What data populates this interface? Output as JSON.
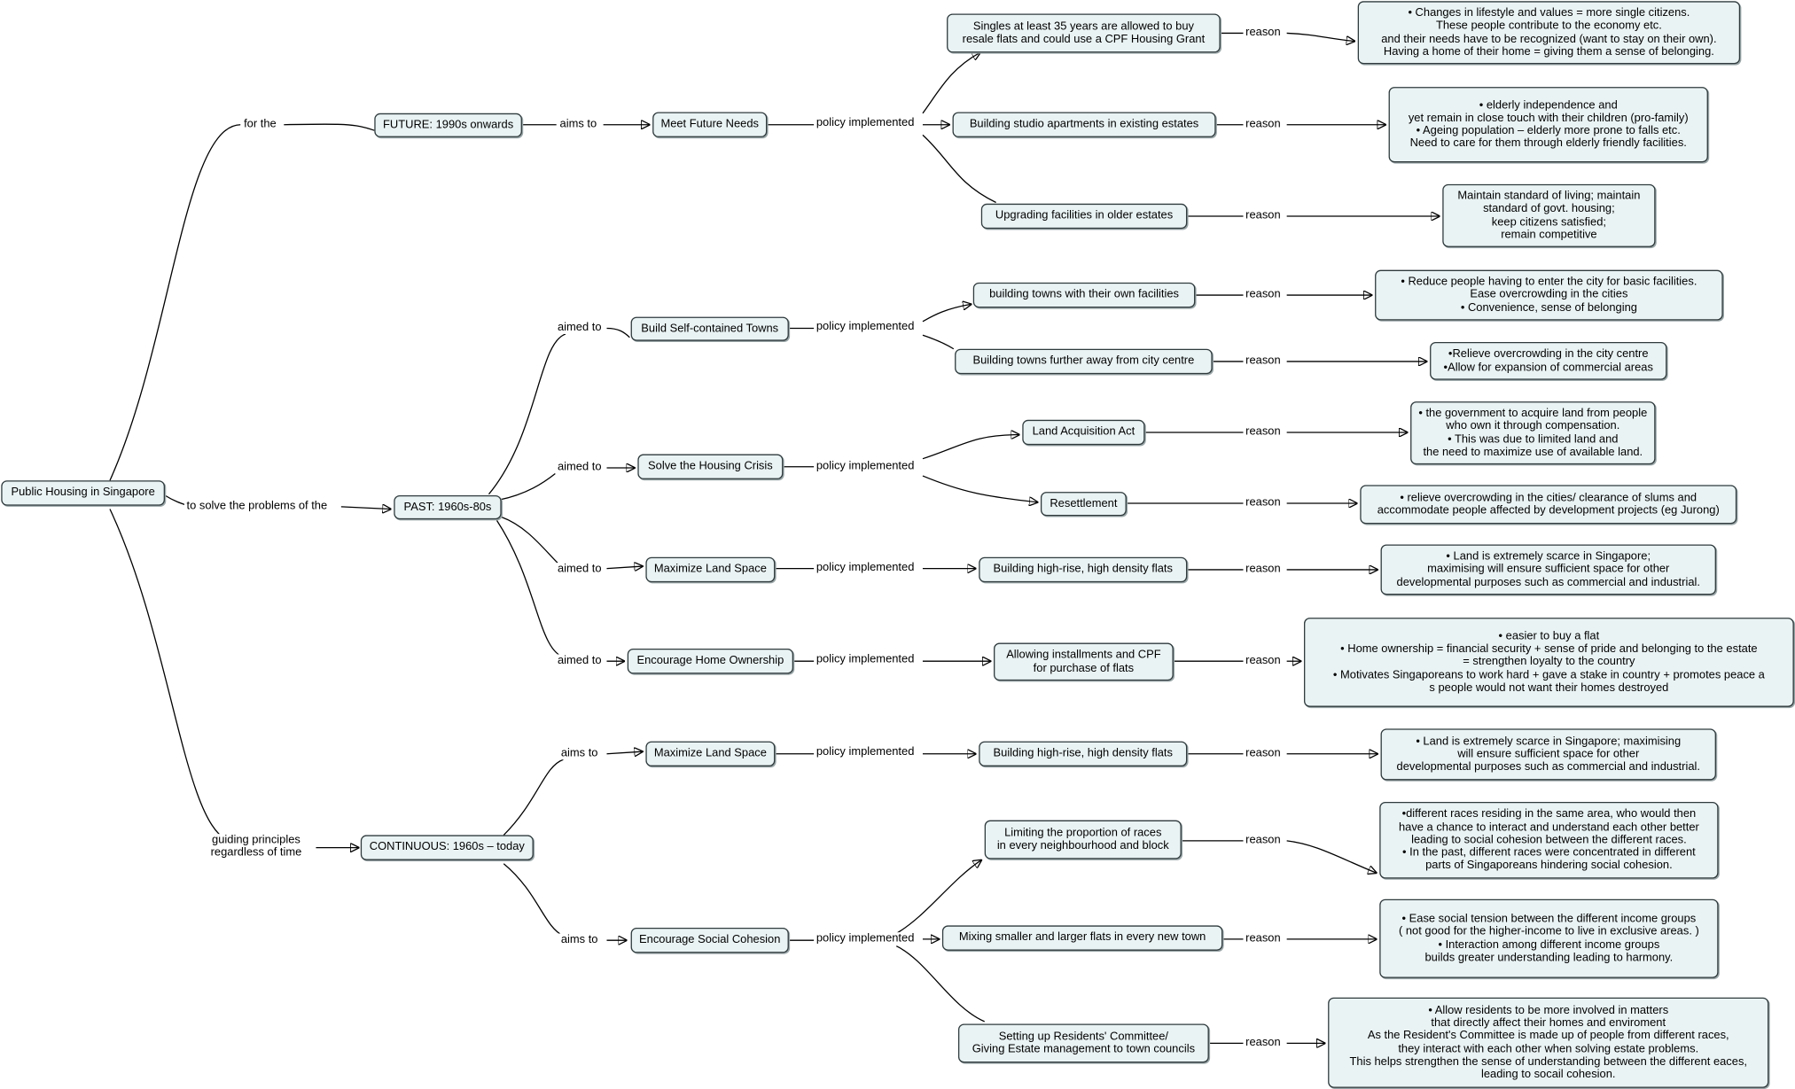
{
  "root": "Public Housing in Singapore",
  "branches": {
    "future": {
      "link": "for the",
      "node": "FUTURE: 1990s onwards",
      "verb": "aims to",
      "goals": [
        {
          "name": "Meet Future Needs",
          "link": "policy implemented",
          "policies": [
            {
              "text": "Singles at least 35 years are allowed to buy\nresale flats and could use a CPF Housing Grant",
              "reason_label": "reason",
              "reason": "•   Changes in lifestyle and values = more single citizens.\nThese people contribute to the economy etc.\nand their needs have to be recognized (want to stay on their own).\nHaving a home of their home = giving them a sense of belonging."
            },
            {
              "text": "Building studio apartments in existing estates",
              "reason_label": "reason",
              "reason": "•   elderly independence and\nyet remain in close touch with their children (pro-family)\n•   Ageing population – elderly more prone to falls etc.\nNeed to care for them through elderly friendly facilities."
            },
            {
              "text": "Upgrading facilities in older estates",
              "reason_label": "reason",
              "reason": "Maintain standard of living; maintain\nstandard of govt. housing;\nkeep citizens satisfied;\nremain competitive"
            }
          ]
        }
      ]
    },
    "past": {
      "link": "to solve the problems of the",
      "node": "PAST: 1960s-80s",
      "goals": [
        {
          "verb": "aimed to",
          "name": "Build Self-contained Towns",
          "link": "policy implemented",
          "policies": [
            {
              "text": "building towns with their own facilities",
              "reason_label": "reason",
              "reason": "•   Reduce people having to enter the city for basic facilities.\nEase overcrowding in the cities\n•   Convenience, sense of belonging"
            },
            {
              "text": "Building towns further away from city centre",
              "reason_label": "reason",
              "reason": "•Relieve overcrowding in the city centre\n•Allow for expansion of commercial areas"
            }
          ]
        },
        {
          "verb": "aimed to",
          "name": "Solve the Housing Crisis",
          "link": "policy implemented",
          "policies": [
            {
              "text": "Land Acquisition Act",
              "reason_label": "reason",
              "reason": "•   the government to acquire land from people\nwho own it through compensation.\n•   This was due to limited land and\nthe need to maximize use of available land."
            },
            {
              "text": "Resettlement",
              "reason_label": "reason",
              "reason": "• relieve overcrowding in the cities/ clearance of slums and\naccommodate people affected by development projects (eg Jurong)"
            }
          ]
        },
        {
          "verb": "aimed to",
          "name": "Maximize Land Space",
          "link": "policy implemented",
          "policies": [
            {
              "text": "Building high-rise, high density flats",
              "reason_label": "reason",
              "reason": "•   Land is extremely scarce in Singapore;\nmaximising will ensure sufficient space  for other\ndevelopmental purposes such as commercial and industrial."
            }
          ]
        },
        {
          "verb": "aimed to",
          "name": "Encourage Home Ownership",
          "link": "policy implemented",
          "policies": [
            {
              "text": "Allowing installments and CPF\nfor purchase of flats",
              "reason_label": "reason",
              "reason": "•   easier to buy a flat\n•   Home ownership = financial security + sense of pride and belonging to the estate\n= strengthen loyalty to the country\n•   Motivates Singaporeans to work hard + gave a stake in country + promotes peace a\ns people would not want their homes destroyed"
            }
          ]
        }
      ]
    },
    "continuous": {
      "link": "guiding principles\nregardless of time",
      "node": "CONTINUOUS: 1960s – today",
      "goals": [
        {
          "verb": "aims to",
          "name": "Maximize Land Space",
          "link": "policy implemented",
          "policies": [
            {
              "text": "Building high-rise, high density flats",
              "reason_label": "reason",
              "reason": "•   Land is extremely scarce in Singapore; maximising\nwill ensure sufficient space  for other\ndevelopmental purposes such as commercial and industrial."
            }
          ]
        },
        {
          "verb": "aims to",
          "name": "Encourage Social Cohesion",
          "link": "policy implemented",
          "policies": [
            {
              "text": "Limiting the proportion of races\nin every neighbourhood and block",
              "reason_label": "reason",
              "reason": "•different races residing in the same area, who would then\nhave a chance to interact and understand each other better\nleading to social cohesion between the different races.\n• In the past, different races were concentrated in different\nparts of Singaporeans hindering social cohesion."
            },
            {
              "text": "Mixing smaller and larger flats in every new town",
              "reason_label": "reason",
              "reason": "•   Ease social tension between the different income groups\n( not good for the higher-income to live in exclusive areas. )\n•   Interaction among different income groups\nbuilds greater understanding leading to harmony."
            },
            {
              "text": "Setting up Residents' Committee/\nGiving Estate management to town councils",
              "reason_label": "reason",
              "reason": "•   Allow residents to be more involved in matters\nthat directly affect their homes and enviroment\nAs the Resident's Committee is made up of people from different races,\nthey interact with each other when solving estate problems.\nThis helps strengthen the sense of understanding between the different eaces,\nleading to socail cohesion."
            }
          ]
        }
      ]
    }
  }
}
